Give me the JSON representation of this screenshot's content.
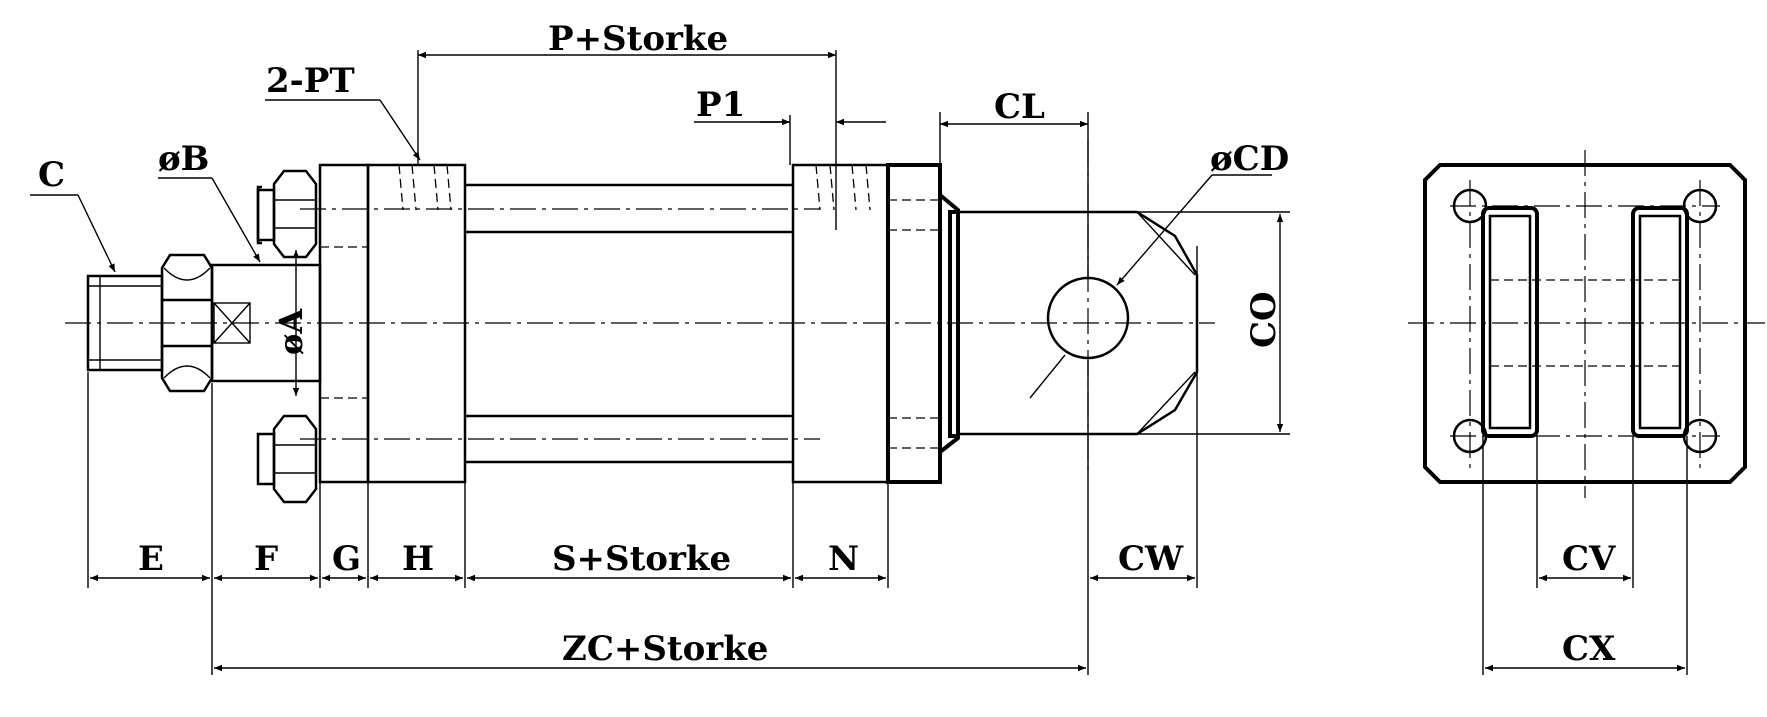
{
  "labels": {
    "p_stroke": "P+Storke",
    "two_pt": "2-PT",
    "p1": "P1",
    "cl": "CL",
    "phi_cd": "øCD",
    "c": "C",
    "phi_b": "øB",
    "phi_a": "øA",
    "co": "CO",
    "e": "E",
    "f": "F",
    "g": "G",
    "h": "H",
    "s_stroke": "S+Storke",
    "n": "N",
    "cw": "CW",
    "zc_stroke": "ZC+Storke",
    "cv": "CV",
    "cx": "CX"
  }
}
